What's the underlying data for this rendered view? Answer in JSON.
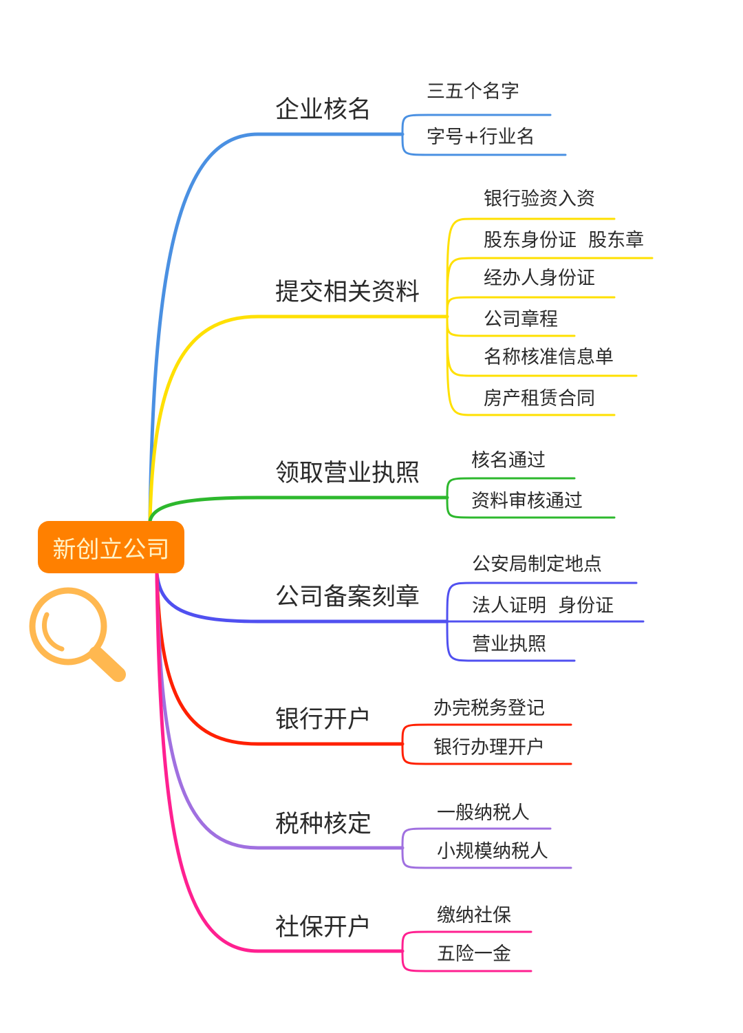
{
  "root": {
    "label": "新创立公司",
    "bg_color": "#FF8000",
    "text_color": "#FFF3C8"
  },
  "magnifier_icon": {
    "color": "#FFB850"
  },
  "branches": [
    {
      "label": "企业核名",
      "color": "#4A90E2",
      "children": [
        "三五个名字",
        "字号+行业名"
      ]
    },
    {
      "label": "提交相关资料",
      "color": "#FFE000",
      "children": [
        "银行验资入资",
        "股东身份证  股东章",
        "经办人身份证",
        "公司章程",
        "名称核准信息单",
        "房产租赁合同"
      ]
    },
    {
      "label": "领取营业执照",
      "color": "#2DB82D",
      "children": [
        "核名通过",
        "资料审核通过"
      ]
    },
    {
      "label": "公司备案刻章",
      "color": "#5050F0",
      "children": [
        "公安局制定地点",
        "法人证明  身份证",
        "营业执照"
      ]
    },
    {
      "label": "银行开户",
      "color": "#FF2000",
      "children": [
        "办完税务登记",
        "银行办理开户"
      ]
    },
    {
      "label": "税种核定",
      "color": "#A070E0",
      "children": [
        "一般纳税人",
        "小规模纳税人"
      ]
    },
    {
      "label": "社保开户",
      "color": "#FF2090",
      "children": [
        "缴纳社保",
        "五险一金"
      ]
    }
  ]
}
